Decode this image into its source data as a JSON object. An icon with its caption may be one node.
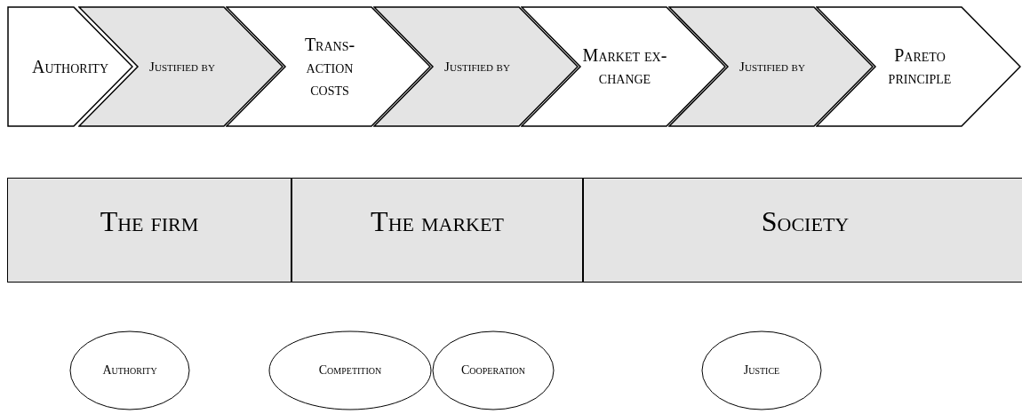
{
  "diagram": {
    "nodes": [
      {
        "text": [
          "Authority"
        ]
      },
      {
        "text": [
          "Justified by"
        ]
      },
      {
        "text": [
          "Trans- action costs"
        ]
      },
      {
        "text": [
          "Justified by"
        ]
      },
      {
        "text": [
          "Market ex- change"
        ]
      },
      {
        "text": [
          "Justified by"
        ]
      },
      {
        "text": [
          "Pareto principle"
        ]
      },
      {
        "text": [
          "The firm"
        ]
      },
      {
        "text": [
          "The market"
        ]
      },
      {
        "text": [
          "Society"
        ]
      },
      {
        "text": [
          "Authority"
        ]
      },
      {
        "text": [
          "Competition"
        ]
      },
      {
        "text": [
          "Cooperation"
        ]
      },
      {
        "text": [
          "Justice"
        ]
      }
    ]
  }
}
